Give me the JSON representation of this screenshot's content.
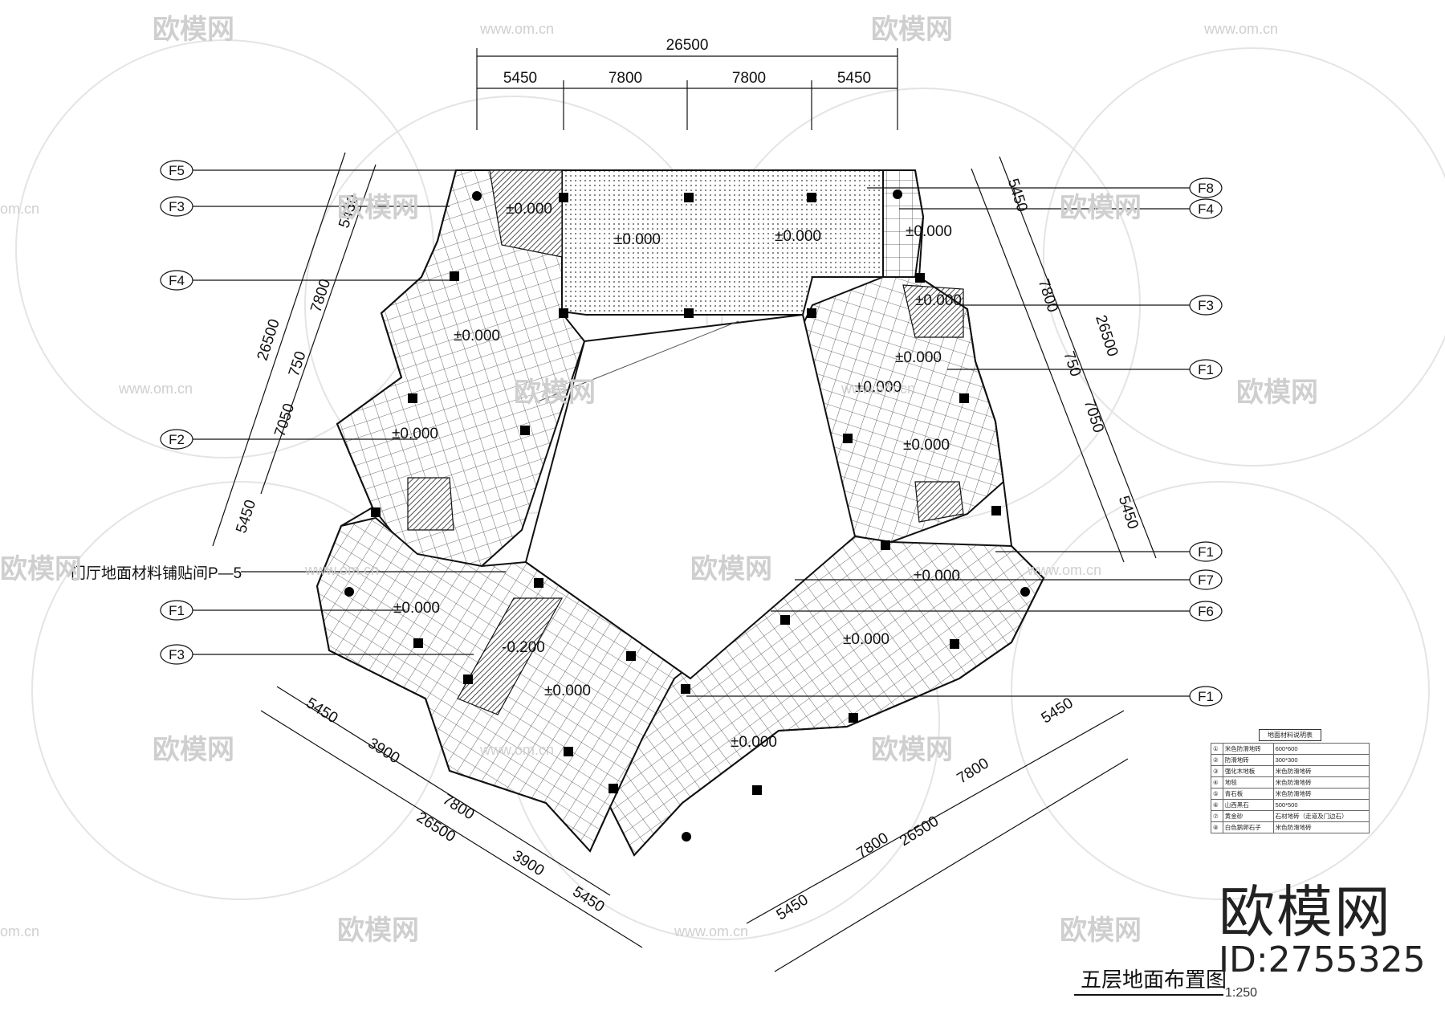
{
  "watermark": {
    "text": "欧模网",
    "url": "www.om.cn",
    "url_short": "om.cn"
  },
  "drawing": {
    "title": "五层地面布置图",
    "scale": "1:250",
    "note": "门厅地面材料铺贴间P—5",
    "dims": {
      "total": "26500",
      "d5450": "5450",
      "d7800": "7800",
      "d750": "750",
      "d7050": "7050",
      "d3900": "3900"
    },
    "levels": {
      "zero": "±0.000",
      "minus": "-0.200"
    },
    "tags": {
      "F1": "F1",
      "F2": "F2",
      "F3": "F3",
      "F4": "F4",
      "F5": "F5",
      "F6": "F6",
      "F7": "F7",
      "F8": "F8"
    }
  },
  "legend": {
    "title": "地面材料说明表",
    "rows": [
      {
        "no": "①",
        "name": "米色防滑地砖",
        "spec": "600*600"
      },
      {
        "no": "②",
        "name": "防滑地砖",
        "spec": "300*300"
      },
      {
        "no": "③",
        "name": "强化木地板",
        "spec": "米色防滑地砖"
      },
      {
        "no": "④",
        "name": "地毯",
        "spec": "米色防滑地砖"
      },
      {
        "no": "⑤",
        "name": "青石板",
        "spec": "米色防滑地砖"
      },
      {
        "no": "⑥",
        "name": "山西黑石",
        "spec": "500*500"
      },
      {
        "no": "⑦",
        "name": "黄金砂",
        "spec": "石材地砖（走道及门边石）"
      },
      {
        "no": "⑧",
        "name": "白色鹅卵石子",
        "spec": "米色防滑地砖"
      }
    ]
  },
  "brand": {
    "name": "欧模网",
    "id": "ID:2755325"
  }
}
